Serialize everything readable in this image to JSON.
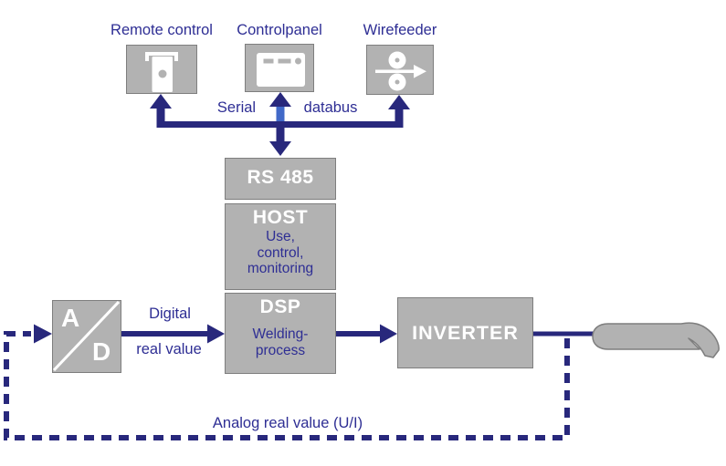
{
  "colors": {
    "navy": "#28287c",
    "blue_text": "#2e2e94",
    "light_blue": "#4169c8",
    "box_fill": "#b2b2b2",
    "box_border": "#7e7e7e"
  },
  "devices": [
    {
      "label": "Remote control",
      "icon": "remote-control-pendant-icon"
    },
    {
      "label": "Controlpanel",
      "icon": "control-panel-icon"
    },
    {
      "label": "Wirefeeder",
      "icon": "wire-feeder-rollers-icon"
    }
  ],
  "bus": {
    "label_left": "Serial",
    "label_right": "databus"
  },
  "interface_box": {
    "title": "RS 485"
  },
  "host_box": {
    "title": "HOST",
    "lines": [
      "Use,",
      "control,",
      "monitoring"
    ]
  },
  "dsp_box": {
    "title": "DSP",
    "lines": [
      "Welding-",
      "process"
    ]
  },
  "ad_box": {
    "top_letter": "A",
    "bottom_letter": "D"
  },
  "inverter_box": {
    "title": "INVERTER"
  },
  "flow_labels": {
    "digital_top": "Digital",
    "digital_bottom": "real value",
    "analog_feedback": "Analog real value (U/I)"
  },
  "torch": {
    "icon": "welding-torch-icon"
  }
}
